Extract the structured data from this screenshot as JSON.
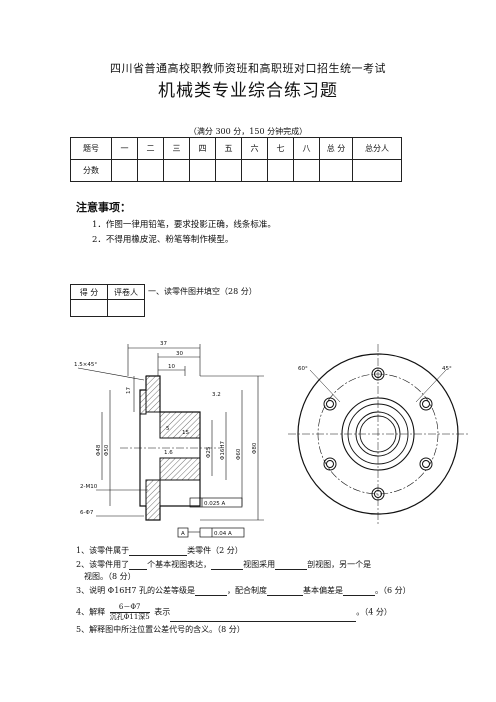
{
  "header": {
    "line1": "四川省普通高校职教师资班和高职班对口招生统一考试",
    "line2": "机械类专业综合练习题",
    "full_marks": "（满分 300 分，150 分钟完成）"
  },
  "score_table": {
    "row1": [
      "题号",
      "一",
      "二",
      "三",
      "四",
      "五",
      "六",
      "七",
      "八",
      "总 分",
      "总分人"
    ],
    "row2_label": "分数"
  },
  "notice": {
    "title": "注意事项：",
    "item1": "1．作图一律用铅笔，要求投影正确，线条标准。",
    "item2": "2．不得用橡皮泥、粉笔等制作模型。"
  },
  "grade_box": {
    "score": "得 分",
    "grader": "评卷人"
  },
  "section1": {
    "title": "一、读零件图并填空（28 分）"
  },
  "drawing": {
    "dims": {
      "d37": "37",
      "d30": "30",
      "d10": "10",
      "d17": "17",
      "d15": "15",
      "d5": "5",
      "chamfer": "1.5×45°",
      "phi50": "Φ50",
      "phi48": "Φ48",
      "phi80": "Φ80",
      "phi60": "Φ60",
      "phi16": "Φ16H7",
      "phi25": "Φ25",
      "rough1": "1.6",
      "rough2": "3.2",
      "rough3": "1.6",
      "thread": "2-M10",
      "hole": "6-Φ7",
      "tol1": "0.025 A",
      "tol2": "0.04 A",
      "datum": "A",
      "angle": "60°",
      "angle2": "45°"
    }
  },
  "questions": {
    "q1a": "1、该零件属于",
    "q1b": "类零件（2 分）",
    "q2a": "2、该零件用了",
    "q2b": "个基本视图表达，",
    "q2c": "视图采用",
    "q2d": "剖视图，另一个是",
    "q2e": "视图。（8 分）",
    "q3a": "3、说明 Φ16H7 孔的公差等级是",
    "q3b": "，配合制度",
    "q3c": "基本偏差是",
    "q3d": "。（6 分）",
    "q4a": "4、解释",
    "q4top": "6－Φ7",
    "q4bottom": "沉孔Φ11深5",
    "q4b": "表示",
    "q4c": "。（4 分）",
    "q5": "5、解释图中所注位置公差代号的含义。（8 分）"
  }
}
